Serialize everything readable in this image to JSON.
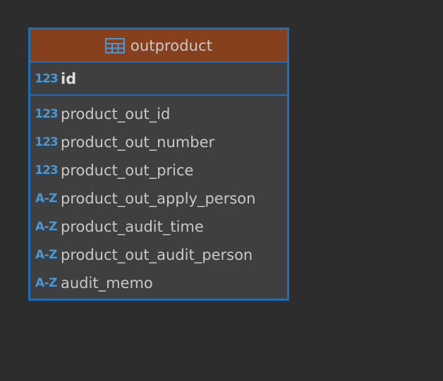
{
  "entity": {
    "title": "outproduct",
    "icon": "table-icon",
    "colors": {
      "header": "#86401e",
      "border": "#1f6fb5",
      "body": "#3f3f3f",
      "canvas": "#2d2d2d",
      "type_icon": "#4a97d6"
    },
    "key": {
      "type_label": "123",
      "type": "numeric",
      "name": "id"
    },
    "attributes": [
      {
        "type_label": "123",
        "type": "numeric",
        "name": "product_out_id"
      },
      {
        "type_label": "123",
        "type": "numeric",
        "name": "product_out_number"
      },
      {
        "type_label": "123",
        "type": "numeric",
        "name": "product_out_price"
      },
      {
        "type_label": "A-Z",
        "type": "string",
        "name": "product_out_apply_person"
      },
      {
        "type_label": "A-Z",
        "type": "string",
        "name": "product_audit_time"
      },
      {
        "type_label": "A-Z",
        "type": "string",
        "name": "product_out_audit_person"
      },
      {
        "type_label": "A-Z",
        "type": "string",
        "name": "audit_memo"
      }
    ]
  }
}
